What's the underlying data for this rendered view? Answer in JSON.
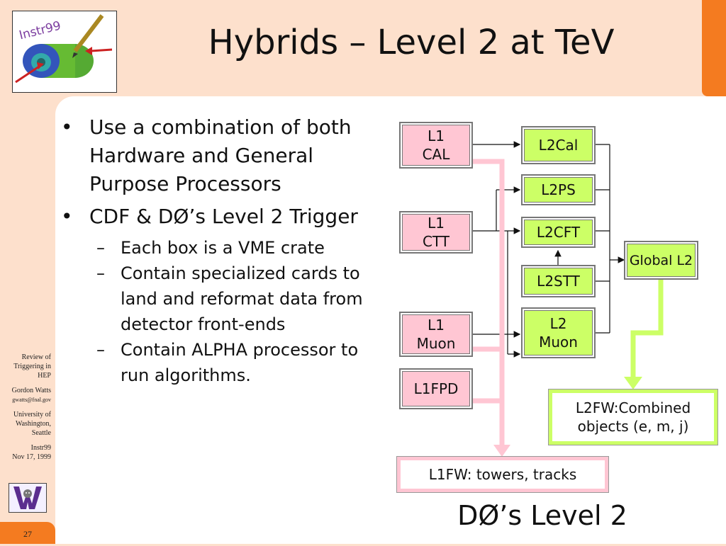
{
  "slide": {
    "title": "Hybrids – Level 2 at TeV",
    "page_number": "27"
  },
  "logo": {
    "text": "Instr99",
    "icon": "instr99-detector-logo"
  },
  "bullets": [
    {
      "level": 1,
      "text": "Use a combination of both Hardware and General Purpose Processors"
    },
    {
      "level": 1,
      "text": "CDF & DØ’s Level 2 Trigger"
    },
    {
      "level": 2,
      "text": "Each box is a VME crate"
    },
    {
      "level": 2,
      "text": "Contain specialized cards to land and reformat data from detector front-ends"
    },
    {
      "level": 2,
      "text": "Contain ALPHA processor to run algorithms."
    }
  ],
  "sidebar": {
    "talk": "Review of Triggering in HEP",
    "author": "Gordon Watts",
    "email": "gwatts@fnal.gov",
    "institution": "University of Washington, Seattle",
    "conference": "Instr99",
    "date": "Nov 17, 1999"
  },
  "diagram": {
    "l1_boxes": [
      {
        "line1": "L1",
        "line2": "CAL"
      },
      {
        "line1": "L1",
        "line2": "CTT"
      },
      {
        "line1": "L1",
        "line2": "Muon"
      },
      {
        "line1": "L1FPD",
        "line2": ""
      }
    ],
    "l2_boxes": [
      {
        "line1": "L2Cal",
        "line2": ""
      },
      {
        "line1": "L2PS",
        "line2": ""
      },
      {
        "line1": "L2CFT",
        "line2": ""
      },
      {
        "line1": "L2STT",
        "line2": ""
      },
      {
        "line1": "L2",
        "line2": "Muon"
      }
    ],
    "global": "Global L2",
    "l2fw": {
      "line1": "L2FW:Combined",
      "line2": "objects  (e, m, j)"
    },
    "l1fw": "L1FW: towers, tracks",
    "caption": "DØ’s Level 2",
    "colors": {
      "pink": "#ffc6d3",
      "green": "#ccff66",
      "orange": "#f47b20",
      "background": "#fde0cc"
    }
  }
}
